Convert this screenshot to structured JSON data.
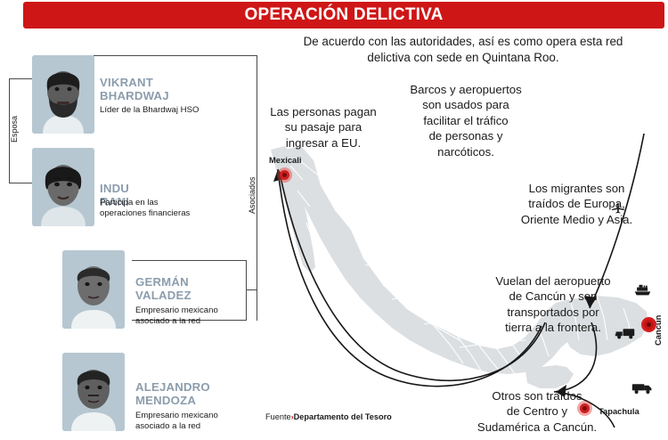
{
  "header": {
    "title": "OPERACIÓN DELICTIVA",
    "accent_color": "#cf1616"
  },
  "intro": {
    "line1": "De acuerdo con las autoridades, así es como opera esta red",
    "line2": "delictiva con sede en Quintana Roo."
  },
  "sidebar": {
    "group_labels": {
      "esposa": "Esposa",
      "asociados": "Asociados"
    },
    "people": [
      {
        "name_line1": "VIKRANT",
        "name_line2": "BHARDWAJ",
        "role_line1": "Líder de la Bhardwaj HSO",
        "role_line2": "",
        "photo": "male-bearded"
      },
      {
        "name_line1": "INDU RANI",
        "name_line2": "",
        "role_line1": "Participa en las",
        "role_line2": "operaciones financieras",
        "photo": "female"
      },
      {
        "name_line1": "GERMÁN",
        "name_line2": "VALADEZ",
        "role_line1": "Empresario mexicano",
        "role_line2": "asociado a la red",
        "photo": "male-short-hair"
      },
      {
        "name_line1": "ALEJANDRO",
        "name_line2": "MENDOZA",
        "role_line1": "Empresario mexicano",
        "role_line2": "asociado a la red",
        "photo": "male-young"
      }
    ]
  },
  "map": {
    "callouts": [
      {
        "id": "pago",
        "lines": [
          "Las personas pagan",
          "su pasaje para",
          "ingresar a EU."
        ]
      },
      {
        "id": "barcos",
        "lines": [
          "Barcos y aeropuertos",
          "son usados para",
          "facilitar el tráfico",
          "de personas y",
          "narcóticos."
        ]
      },
      {
        "id": "migrantes",
        "lines": [
          "Los migrantes son",
          "traídos de Europa,",
          "Oriente Medio y Asia."
        ]
      },
      {
        "id": "vuelan",
        "lines": [
          "Vuelan del aeropuerto",
          "de Cancún y son",
          "transportados por",
          "tierra a la frontera."
        ]
      },
      {
        "id": "otros",
        "lines": [
          "Otros son traídos",
          "de Centro y",
          "Sudamérica a  Cancún."
        ]
      }
    ],
    "cities": [
      {
        "name": "Mexicali"
      },
      {
        "name": "Cancún"
      },
      {
        "name": "Tapachula"
      }
    ],
    "icons": [
      {
        "name": "airplane-icon"
      },
      {
        "name": "ship-icon"
      },
      {
        "name": "truck-icon"
      },
      {
        "name": "truck-icon"
      }
    ],
    "marker_color": "#d11f1f",
    "land_color": "#dcdfe1"
  },
  "source": {
    "label": "Fuente",
    "chevron": "›",
    "value": "Departamento del Tesoro"
  }
}
